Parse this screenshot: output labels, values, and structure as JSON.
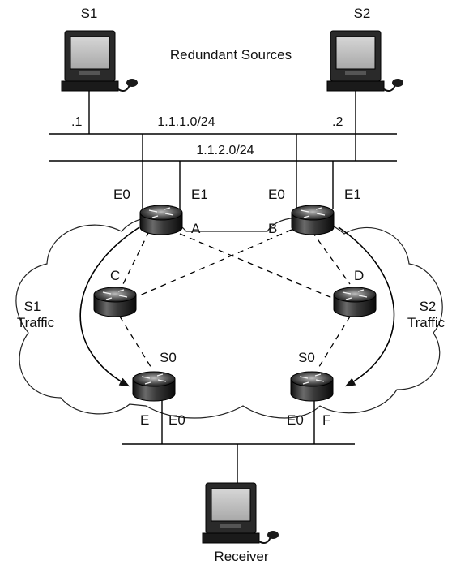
{
  "hosts": {
    "s1": "S1",
    "s2": "S2",
    "receiver": "Receiver"
  },
  "caption": "Redundant Sources",
  "networks": {
    "lan1": "1.1.1.0/24",
    "lan2": "1.1.2.0/24"
  },
  "host_addresses": {
    "s1": ".1",
    "s2": ".2"
  },
  "routers": {
    "a": "A",
    "b": "B",
    "c": "C",
    "d": "D",
    "e": "E",
    "f": "F"
  },
  "interfaces": {
    "a_e0": "E0",
    "a_e1": "E1",
    "b_e0": "E0",
    "b_e1": "E1",
    "e_s0": "S0",
    "f_s0": "S0",
    "e_e0": "E0",
    "f_e0": "E0"
  },
  "traffic": {
    "s1_line1": "S1",
    "s1_line2": "Traffic",
    "s2_line1": "S2",
    "s2_line2": "Traffic"
  }
}
